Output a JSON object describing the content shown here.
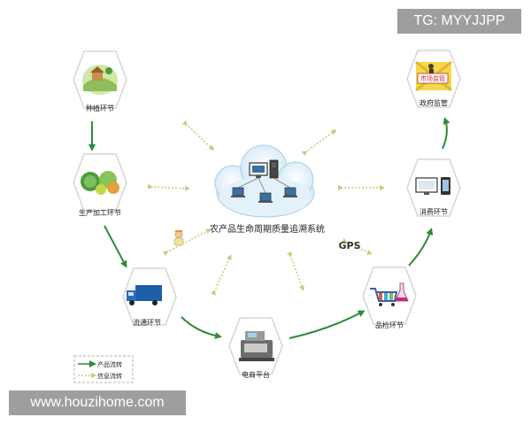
{
  "center": {
    "title": "农产品生命周期质量追溯系统",
    "gps": "GPS"
  },
  "nodes": {
    "planting": "种植环节",
    "processing": "生产加工环节",
    "logistics": "流通环节",
    "ecommerce": "电商平台",
    "inspection": "品检环节",
    "consumption": "消费环节",
    "government": "政府监管"
  },
  "gov_sign": "市场监管",
  "legend": {
    "product_flow": "产品流转",
    "info_flow": "信息流转"
  },
  "watermarks": {
    "tg": "TG: MYYJJPP",
    "url": "www.houzihome.com"
  },
  "colors": {
    "product_arrow": "#2e8b3a",
    "info_arrow": "#b9d47a",
    "hexagon": "#d5d5d5"
  }
}
